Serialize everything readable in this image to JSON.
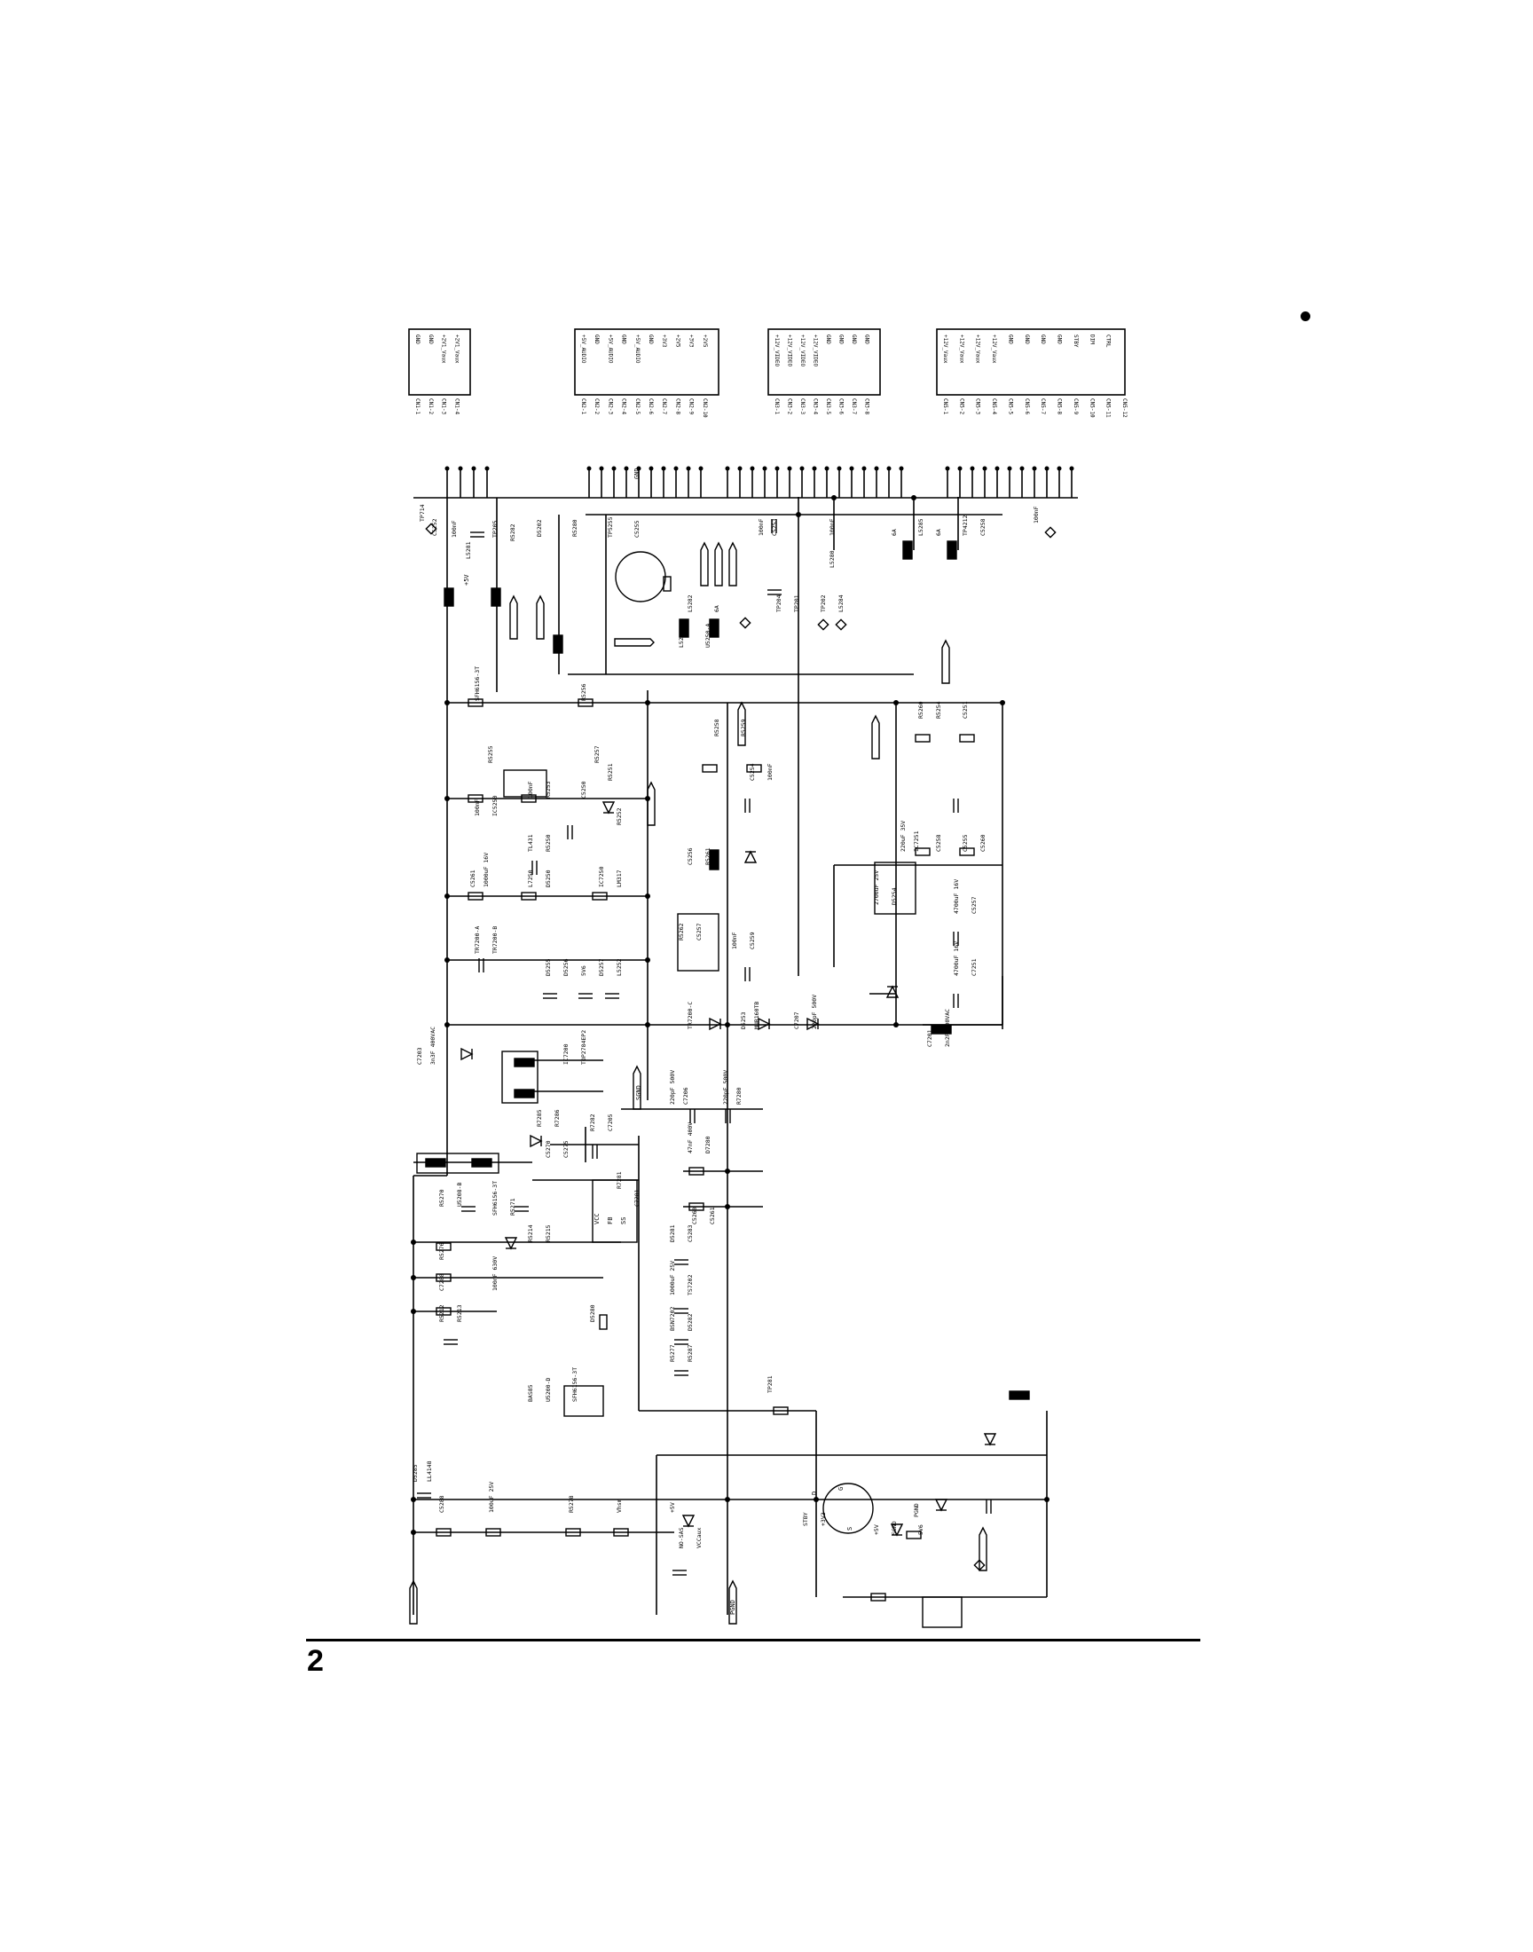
{
  "page": {
    "number": "2"
  },
  "connector_tables": [
    {
      "rows": [
        "GND",
        "GND",
        "+2V1_Vaux",
        "+2V1_Vaux"
      ],
      "pins": [
        "CN1-1",
        "CN1-2",
        "CN1-3",
        "CN1-4"
      ]
    },
    {
      "rows": [
        "+5V_AUDIO",
        "GND",
        "+5V_AUDIO",
        "GND",
        "+5V_AUDIO",
        "GND",
        "+3V3",
        "+2V5",
        "+3V3",
        "+2V5"
      ],
      "pins": [
        "CN2-1",
        "CN2-2",
        "CN2-3",
        "CN2-4",
        "CN2-5",
        "CN2-6",
        "CN2-7",
        "CN2-8",
        "CN2-9",
        "CN2-10"
      ]
    },
    {
      "rows": [
        "+12V_VIDEO",
        "+12V_VIDEO",
        "+12V_VIDEO",
        "+12V_VIDEO",
        "GND",
        "GND",
        "GND",
        "GND"
      ],
      "pins": [
        "CN3-1",
        "CN3-2",
        "CN3-3",
        "CN3-4",
        "CN3-5",
        "CN3-6",
        "CN3-7",
        "CN3-8"
      ]
    },
    {
      "rows": [
        "+12V_Vaux",
        "+12V_Vaux",
        "+12V_Vaux",
        "+12V_Vaux",
        "GND",
        "GND",
        "GND",
        "GND",
        "STBY",
        "DIM",
        "CTRL"
      ],
      "pins": [
        "CN5-1",
        "CN5-2",
        "CN5-3",
        "CN5-4",
        "CN5-5",
        "CN5-6",
        "CN5-7",
        "CN5-8",
        "CN5-9",
        "CN5-10",
        "CN5-11",
        "CN5-12"
      ]
    }
  ],
  "components": [
    "TP714",
    "C5252",
    "100nF",
    "L5281",
    "TP205",
    "R5282",
    "D5202",
    "R5280",
    "TP5255",
    "C5255",
    "100nF",
    "C5253",
    "100nF",
    "L5280",
    "6A",
    "L5285",
    "6A",
    "TP4212",
    "C5258",
    "100nF",
    "TP204",
    "TP201",
    "TP202",
    "L5284",
    "L5282",
    "6A",
    "L5283",
    "U5250-A",
    "SFH6156-3T",
    "R5255",
    "R5256",
    "R5257",
    "R5258",
    "R5259",
    "R5260",
    "R5254",
    "C5251",
    "100nF",
    "R5253",
    "C5250",
    "100nF",
    "IC5250",
    "TL431",
    "R5250",
    "R5251",
    "R5252",
    "C5261",
    "1000uF 16V",
    "L7250",
    "D5250",
    "IC7250",
    "LM317",
    "C5254",
    "100nF",
    "C5256",
    "R5261",
    "R5262",
    "C5257",
    "100nF",
    "C5259",
    "220uF 35V",
    "IC7251",
    "C5258",
    "C5255",
    "C5260",
    "4700uF 16V",
    "C5257",
    "4700uF 16V",
    "C7251",
    "2700uF 25V",
    "D5254",
    "D5255",
    "D5256",
    "5V6",
    "D5257",
    "L5252",
    "TR7200-A",
    "TR7200-B",
    "TR7200-C",
    "D5253",
    "MUR160TB",
    "C7207",
    "220pF 500V",
    "C7201",
    "2n2F 400VAC",
    "C7203",
    "3n3F 400VAC",
    "IC7200",
    "TOP2784EP2",
    "R7285",
    "R7286",
    "R7282",
    "C7205",
    "220pF 500V",
    "C7206",
    "220pF 500V",
    "R7280",
    "R7281",
    "C7281",
    "47nF 400V",
    "D7280",
    "C5260",
    "C5261",
    "C5270",
    "C5275",
    "R5270",
    "U5208-B",
    "SFH6156-3T",
    "R5271",
    "R5276",
    "C7288",
    "100nF 630V",
    "R5212",
    "R5213",
    "R5214",
    "R5215",
    "D5281",
    "C5283",
    "1000uF 25V",
    "TS7202",
    "BSN7202",
    "D5282",
    "R5277",
    "R5287",
    "D5280",
    "BAS85",
    "U5200-D",
    "SFH6156-3T",
    "TP281",
    "D5285",
    "LL4148",
    "C5288",
    "100uF 25V",
    "R5278",
    "Vhsm",
    "+5V",
    "NO-SAS",
    "VCCaux",
    "STBY",
    "+3V3",
    "+5V",
    "SGND",
    "PGND",
    "5V6"
  ],
  "net_labels": [
    "GND",
    "+5V",
    "SGND",
    "PGND",
    "VCC",
    "FB",
    "SS",
    "D",
    "S",
    "G"
  ]
}
